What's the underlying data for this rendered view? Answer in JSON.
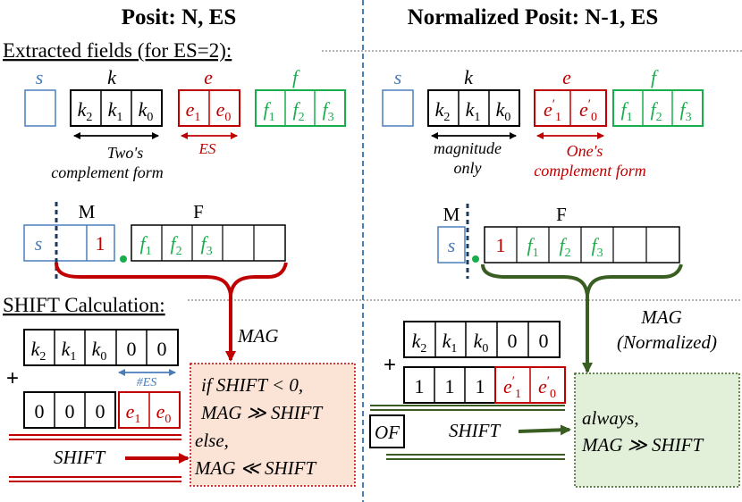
{
  "left": {
    "title": "Posit: N, ES",
    "section_extract": "Extracted fields (for ES=2):",
    "s_label": "s",
    "k_label": "k",
    "e_label": "e",
    "f_label": "f",
    "k_cells": [
      "k",
      "k",
      "k"
    ],
    "k_subs": [
      "2",
      "1",
      "0"
    ],
    "e_cells": [
      "e",
      "e"
    ],
    "e_subs": [
      "1",
      "0"
    ],
    "f_cells": [
      "f",
      "f",
      "f"
    ],
    "f_subs": [
      "1",
      "2",
      "3"
    ],
    "k_note": [
      "Two's",
      "complement form"
    ],
    "e_note": "ES",
    "m_label": "M",
    "f_big_label": "F",
    "s_cell": "s",
    "one_cell": "1",
    "section_shift": "SHIFT Calculation:",
    "mag": "MAG",
    "row1_zeros": [
      "0",
      "0"
    ],
    "hash_es": "#ES",
    "plus": "+",
    "row2_zeros": [
      "0",
      "0",
      "0"
    ],
    "shift": "SHIFT",
    "result_lines": [
      "if SHIFT < 0,",
      "MAG ≫ SHIFT",
      "else,",
      "MAG  ≪ SHIFT"
    ]
  },
  "right": {
    "title": "Normalized Posit: N-1, ES",
    "s_label": "s",
    "k_label": "k",
    "e_label": "e",
    "f_label": "f",
    "k_note": [
      "magnitude",
      "only"
    ],
    "e_note": [
      "One's",
      "complement form"
    ],
    "m_label": "M",
    "f_big_label": "F",
    "s_cell": "s",
    "one_cell": "1",
    "mag": [
      "MAG",
      "(Normalized)"
    ],
    "row2_ones": [
      "1",
      "1",
      "1"
    ],
    "of": "OF",
    "shift": "SHIFT",
    "plus": "+",
    "result_lines": [
      "always,",
      "MAG ≫ SHIFT"
    ]
  },
  "colors": {
    "blue": "#4a7ebb",
    "red": "#c00000",
    "green": "#1aad4b",
    "dark_red": "#c00000",
    "dark_green": "#3a5d22",
    "result_red_fill": "#fbe3d6",
    "result_green_fill": "#e2f0d9",
    "divider": "#4a7ebb"
  }
}
